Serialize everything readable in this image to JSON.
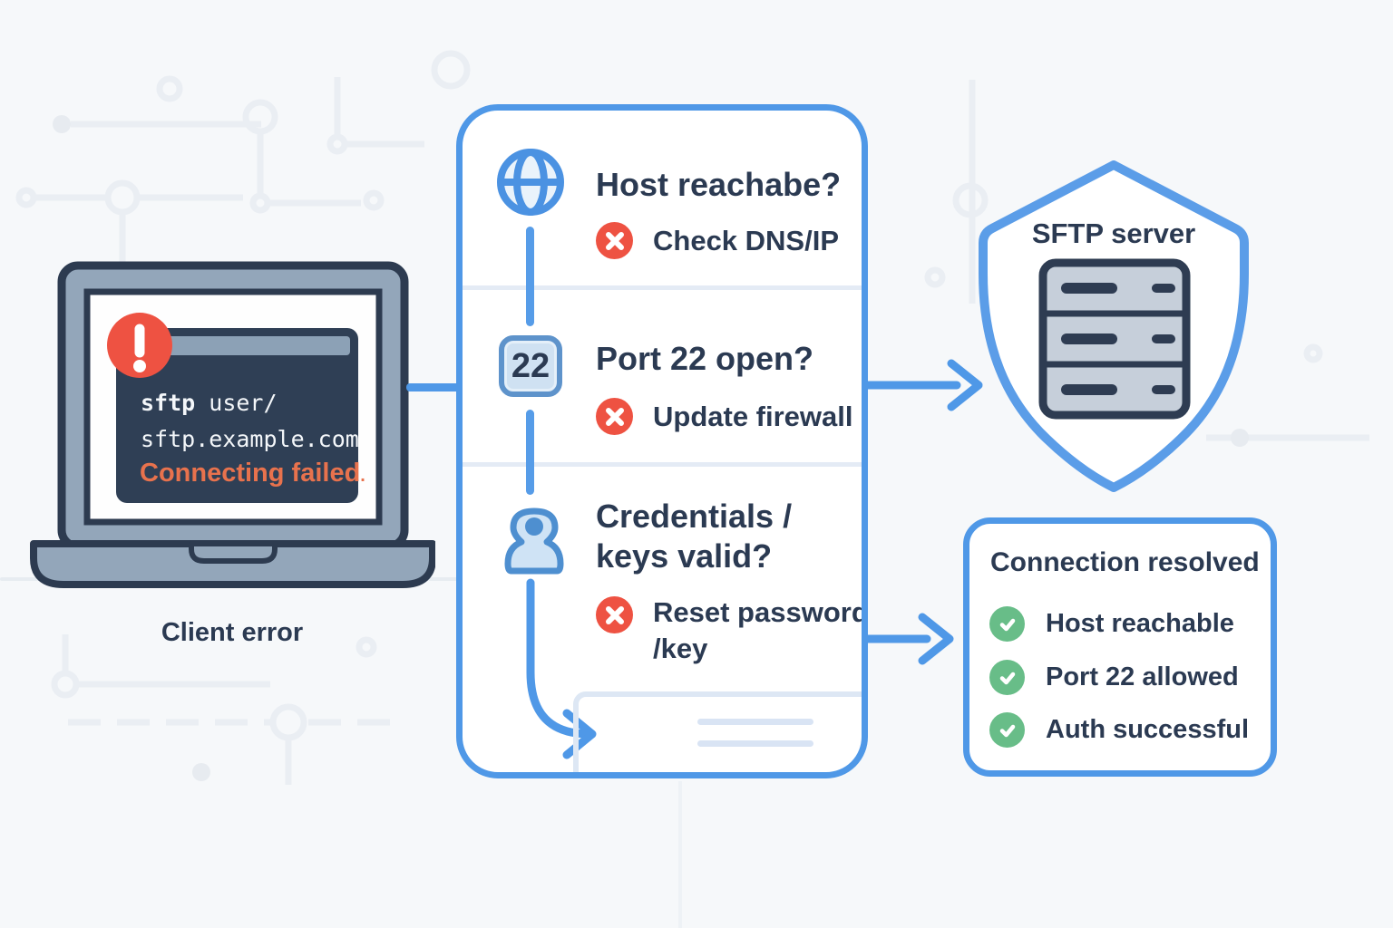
{
  "palette": {
    "accent_blue": "#4f98e7",
    "navy_text": "#2b3a52",
    "error_red": "#ee5242",
    "warning_orange": "#e8724d",
    "success_green": "#68bd88"
  },
  "client": {
    "terminal_command_bold": "sftp",
    "terminal_command_rest": " user/",
    "terminal_host": "sftp.example.com",
    "terminal_status": "Connecting failed",
    "terminal_status_dot": ".",
    "caption": "Client error"
  },
  "checklist": {
    "steps": [
      {
        "icon": "globe-icon",
        "question": "Host reachabe?",
        "fix": "Check DNS/IP"
      },
      {
        "icon": "port-22-icon",
        "badge": "22",
        "question": "Port 22 open?",
        "fix": "Update firewall"
      },
      {
        "icon": "user-icon",
        "question_line1": "Credentials /",
        "question_line2": "keys valid?",
        "fix_line1": "Reset password",
        "fix_line2": "/key"
      }
    ]
  },
  "server": {
    "caption": "SFTP server"
  },
  "resolved": {
    "title": "Connection resolved",
    "checks": [
      "Host reachable",
      "Port 22 allowed",
      "Auth successful"
    ]
  }
}
